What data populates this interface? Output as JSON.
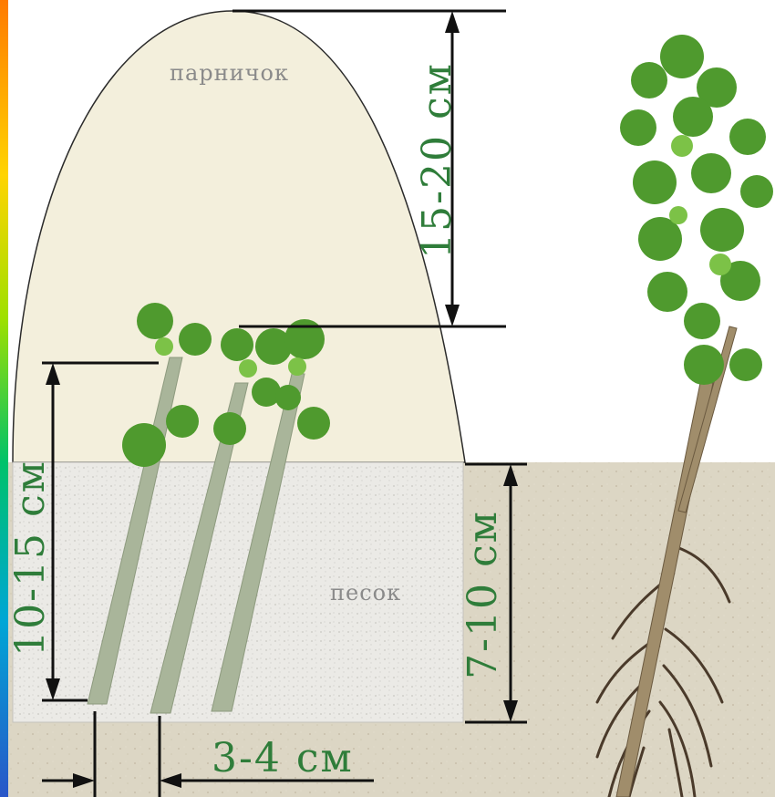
{
  "labels": {
    "greenhouse": "парничок",
    "sand": "песок",
    "dome_height": "15-20 см",
    "cutting_height": "10-15 см",
    "planting_depth": "7-10 см",
    "spacing": "3-4 см"
  },
  "colors": {
    "dome_fill": "#f3efdc",
    "dome_stroke": "#2b2b2b",
    "sand_fill": "#ecebe7",
    "soil_fill": "#dcd6c4",
    "stem": "#a9b59a",
    "leaf": "#4f9a2e",
    "leaf_light": "#7cc247",
    "root": "#4a3a2a",
    "dimension_line": "#111111",
    "text_green": "#2f7d3a",
    "text_gray": "#8a8a8a"
  }
}
